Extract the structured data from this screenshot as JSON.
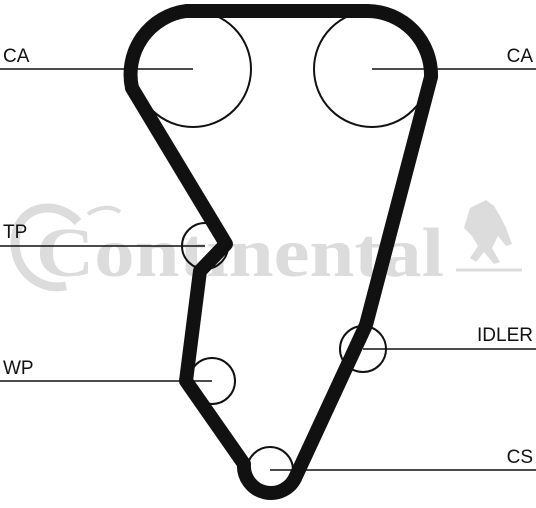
{
  "diagram": {
    "watermark": {
      "brand": "Continental"
    },
    "labels": {
      "ca_left": "CA",
      "ca_right": "CA",
      "tp": "TP",
      "idler": "IDLER",
      "wp": "WP",
      "cs": "CS"
    },
    "colors": {
      "belt": "#111111",
      "watermark": "#dcdcdc",
      "background": "#ffffff"
    }
  }
}
